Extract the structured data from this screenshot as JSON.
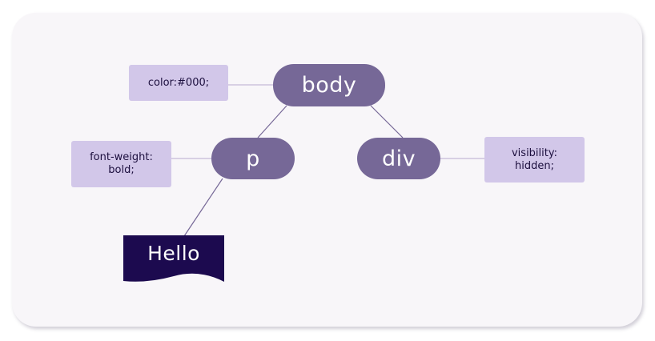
{
  "diagram": {
    "nodes": {
      "body": "body",
      "p": "p",
      "div": "div",
      "text": "Hello"
    },
    "properties": {
      "body": "color:#000;",
      "p": "font-weight:\nbold;",
      "div": "visibility:\nhidden;"
    },
    "colors": {
      "element_node": "#766897",
      "property_box": "#d2c7e9",
      "property_text": "#1c0f3e",
      "text_node": "#1c0a4f",
      "background": "#f8f6f9"
    }
  }
}
